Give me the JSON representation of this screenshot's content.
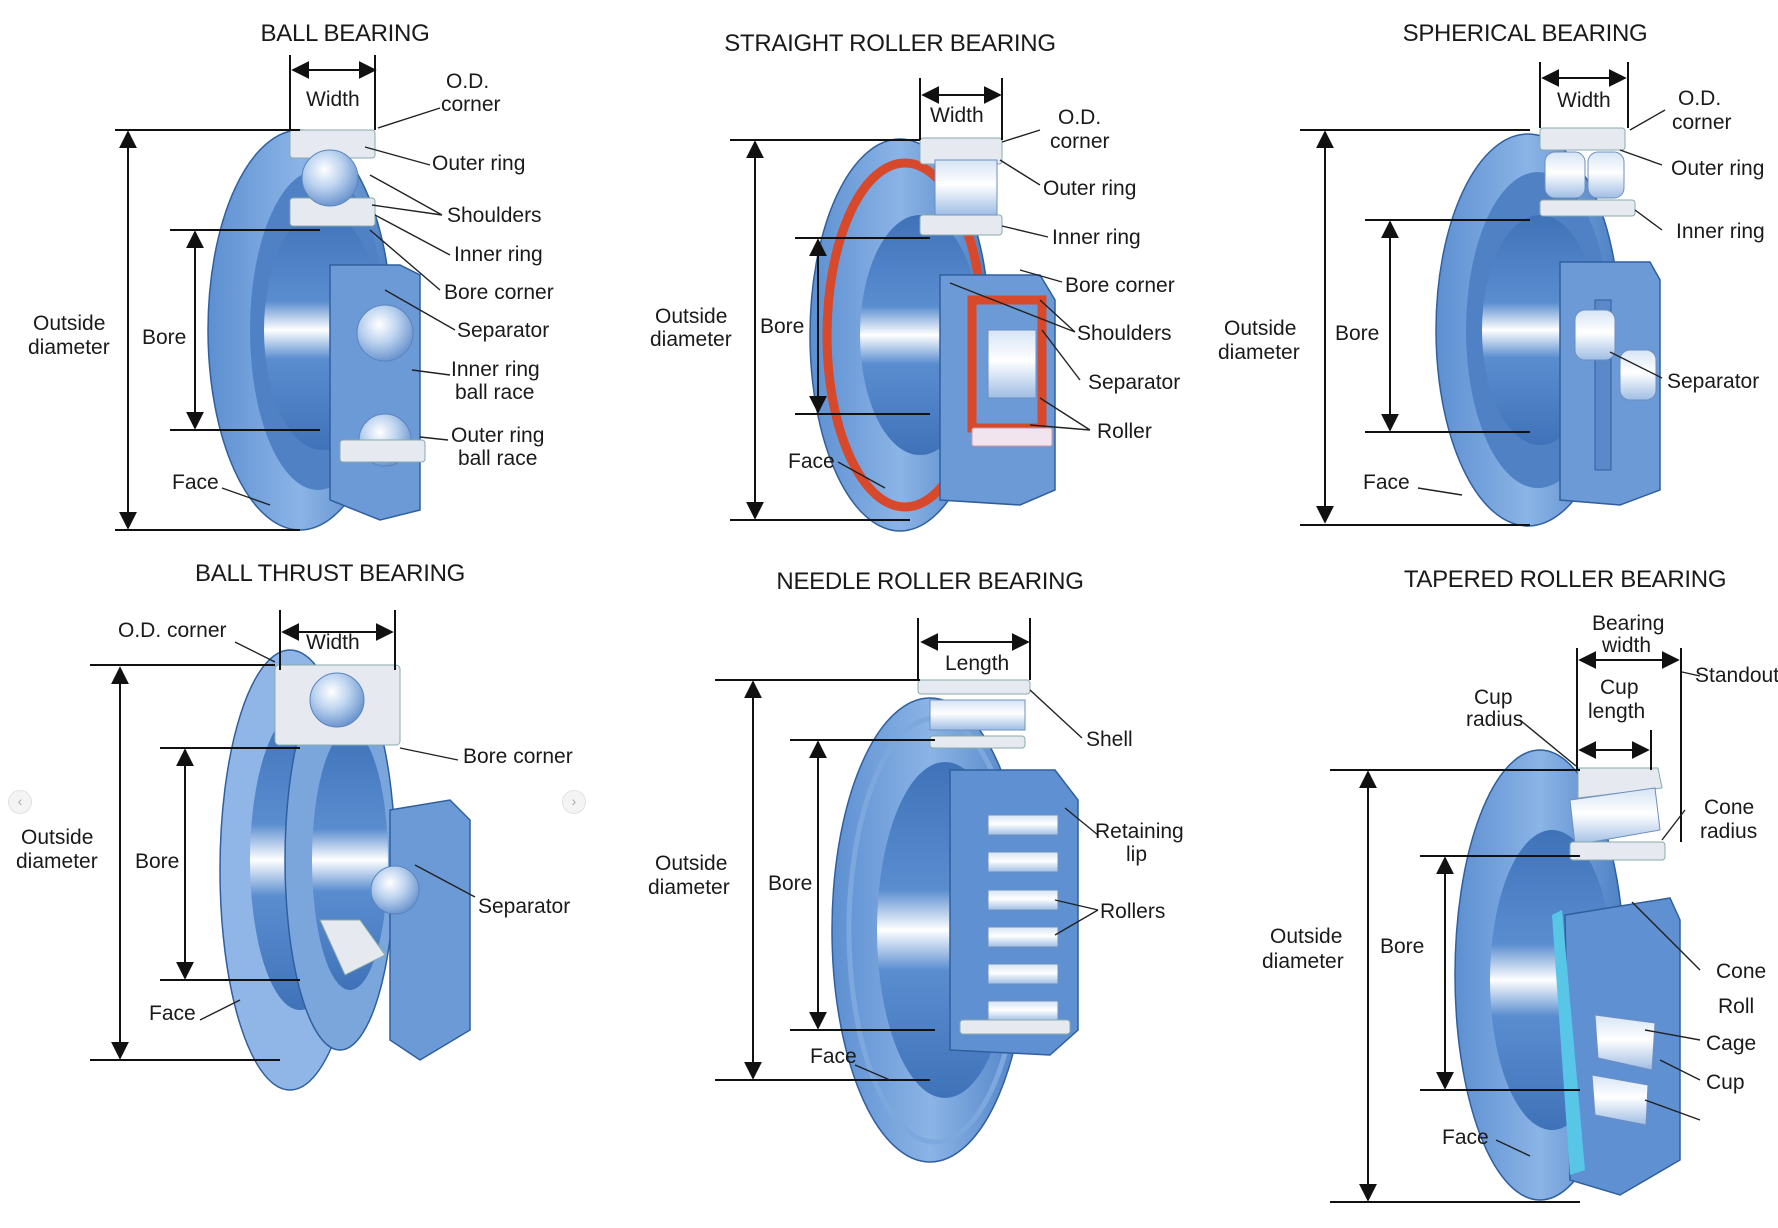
{
  "panels": {
    "ball": {
      "title": "BALL BEARING",
      "labels": {
        "width": "Width",
        "od_corner_1": "O.D.",
        "od_corner_2": "corner",
        "outer_ring": "Outer ring",
        "shoulders": "Shoulders",
        "inner_ring": "Inner ring",
        "bore_corner": "Bore corner",
        "separator": "Separator",
        "inner_race_1": "Inner ring",
        "inner_race_2": "ball race",
        "outer_race_1": "Outer ring",
        "outer_race_2": "ball race",
        "face": "Face",
        "outside_1": "Outside",
        "outside_2": "diameter",
        "bore": "Bore"
      }
    },
    "straight": {
      "title": "STRAIGHT ROLLER BEARING",
      "labels": {
        "width": "Width",
        "od_corner_1": "O.D.",
        "od_corner_2": "corner",
        "outer_ring": "Outer ring",
        "inner_ring": "Inner ring",
        "bore_corner": "Bore corner",
        "shoulders": "Shoulders",
        "separator": "Separator",
        "roller": "Roller",
        "face": "Face",
        "outside_1": "Outside",
        "outside_2": "diameter",
        "bore": "Bore"
      }
    },
    "spherical": {
      "title": "SPHERICAL BEARING",
      "labels": {
        "width": "Width",
        "od_corner_1": "O.D.",
        "od_corner_2": "corner",
        "outer_ring": "Outer ring",
        "inner_ring": "Inner ring",
        "separator": "Separator",
        "face": "Face",
        "outside_1": "Outside",
        "outside_2": "diameter",
        "bore": "Bore"
      }
    },
    "thrust": {
      "title": "BALL THRUST BEARING",
      "labels": {
        "od_corner": "O.D. corner",
        "width": "Width",
        "bore_corner": "Bore corner",
        "separator": "Separator",
        "face": "Face",
        "outside_1": "Outside",
        "outside_2": "diameter",
        "bore": "Bore"
      }
    },
    "needle": {
      "title": "NEEDLE ROLLER BEARING",
      "labels": {
        "length": "Length",
        "shell": "Shell",
        "retaining_1": "Retaining",
        "retaining_2": "lip",
        "rollers": "Rollers",
        "face": "Face",
        "outside_1": "Outside",
        "outside_2": "diameter",
        "bore": "Bore"
      }
    },
    "tapered": {
      "title": "TAPERED ROLLER BEARING",
      "labels": {
        "bearing_width_1": "Bearing",
        "bearing_width_2": "width",
        "cup_length_1": "Cup",
        "cup_length_2": "length",
        "cup_radius_1": "Cup",
        "cup_radius_2": "radius",
        "standout": "Standout",
        "cone_radius_1": "Cone",
        "cone_radius_2": "radius",
        "cone": "Cone",
        "roll": "Roll",
        "cage": "Cage",
        "cup": "Cup",
        "face": "Face",
        "outside_1": "Outside",
        "outside_2": "diameter",
        "bore": "Bore"
      }
    }
  },
  "nav": {
    "prev_icon": "chevron-left-icon",
    "next_icon": "chevron-right-icon",
    "prev_glyph": "‹",
    "next_glyph": "›"
  },
  "colors": {
    "ring_dark": "#3f72b8",
    "ring_mid": "#6a9bd6",
    "ring_light": "#a9c8ee",
    "silver": "#e4e8ee",
    "separator_red": "#d8482a"
  }
}
